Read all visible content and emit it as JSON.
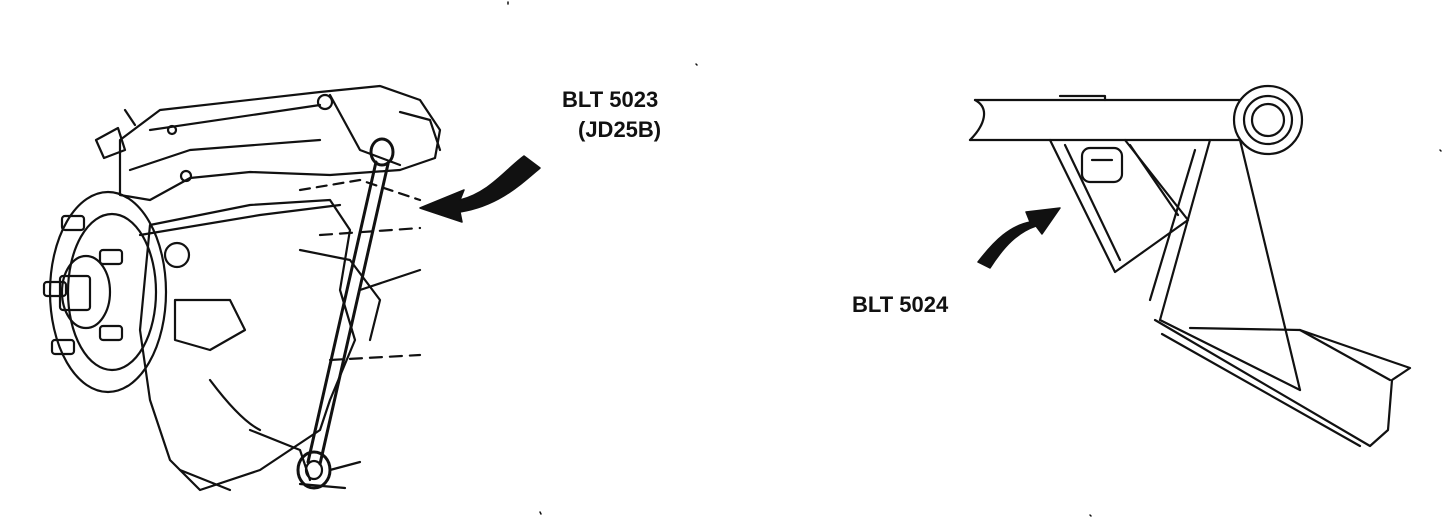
{
  "figure": {
    "left_tool": {
      "part_number": "BLT 5023",
      "alt_number": "(JD25B)"
    },
    "right_tool": {
      "part_number": "BLT 5024"
    }
  },
  "colors": {
    "ink": "#111111",
    "paper": "#ffffff"
  },
  "icons": [
    "arrow-icon",
    "arrow-icon"
  ]
}
